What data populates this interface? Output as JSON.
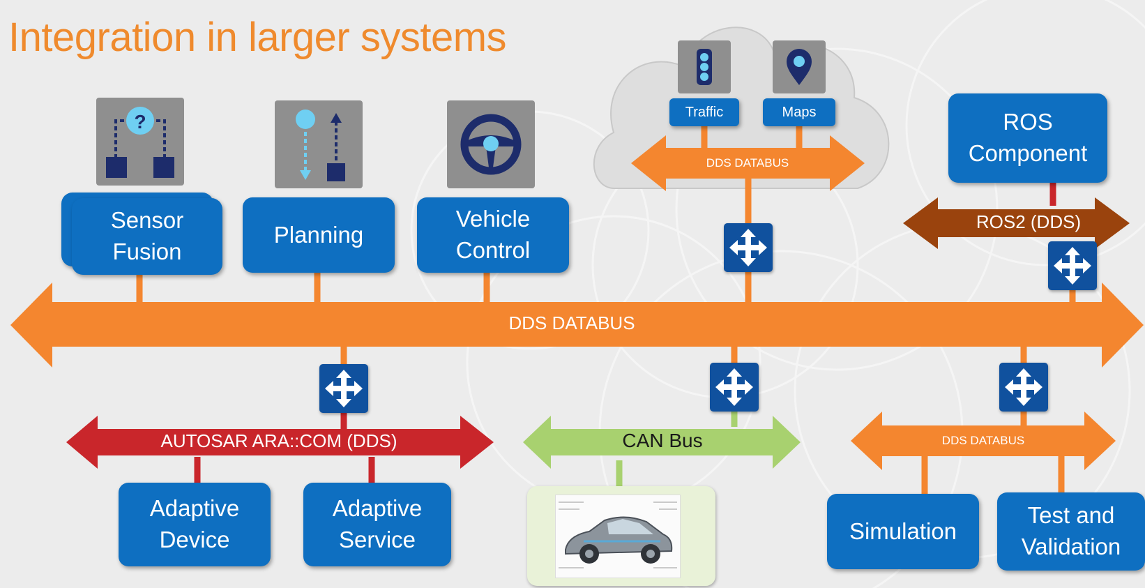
{
  "title": "Integration in larger systems",
  "components": {
    "sensor_fusion": "Sensor\nFusion",
    "planning": "Planning",
    "vehicle_control": "Vehicle\nControl",
    "ros_component": "ROS\nComponent",
    "adaptive_device": "Adaptive\nDevice",
    "adaptive_service": "Adaptive\nService",
    "simulation": "Simulation",
    "test_validation": "Test and\nValidation",
    "traffic": "Traffic",
    "maps": "Maps"
  },
  "buses": {
    "main": "DDS DATABUS",
    "cloud": "DDS DATABUS",
    "ros2": "ROS2 (DDS)",
    "autosar": "AUTOSAR ARA::COM (DDS)",
    "can": "CAN Bus",
    "sim": "DDS DATABUS"
  },
  "colors": {
    "title": "#ef8a2d",
    "component": "#0e6fc1",
    "gateway": "#10519e",
    "dds_bus": "#f4862f",
    "ros2_bus": "#9a430d",
    "autosar_bus": "#c9262b",
    "can_bus": "#a8d16f"
  },
  "icons": [
    "question-flow-icon",
    "path-planning-icon",
    "steering-wheel-icon",
    "traffic-light-icon",
    "map-pin-icon",
    "gateway-arrows-icon",
    "car-cutaway-image"
  ]
}
